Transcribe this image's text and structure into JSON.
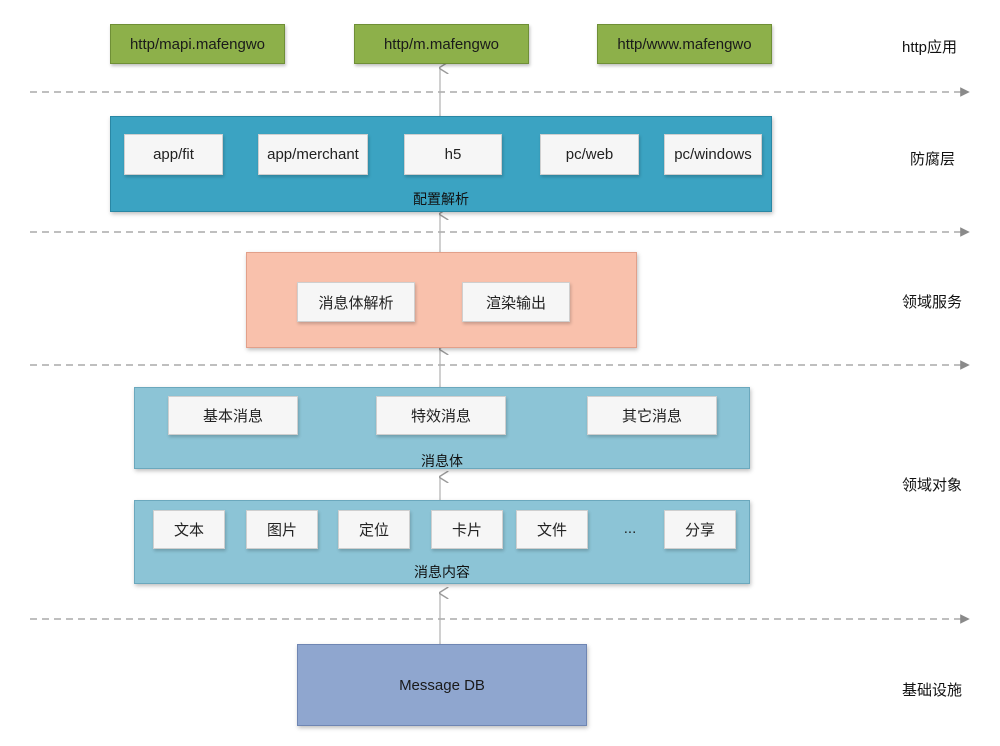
{
  "http_apps": [
    "http/mapi.mafengwo",
    "http/m.mafengwo",
    "http/www.mafengwo"
  ],
  "anticorruption": {
    "items": [
      "app/fit",
      "app/merchant",
      "h5",
      "pc/web",
      "pc/windows"
    ],
    "caption": "配置解析"
  },
  "domain_service": {
    "items": [
      "消息体解析",
      "渲染输出"
    ]
  },
  "message_body": {
    "items": [
      "基本消息",
      "特效消息",
      "其它消息"
    ],
    "caption": "消息体"
  },
  "message_content": {
    "items": [
      "文本",
      "图片",
      "定位",
      "卡片",
      "文件",
      "...",
      "分享"
    ],
    "caption": "消息内容"
  },
  "database": {
    "label": "Message DB"
  },
  "layers": {
    "http": "http应用",
    "anticorruption": "防腐层",
    "domain_service": "领域服务",
    "domain_object": "领域对象",
    "infrastructure": "基础设施"
  },
  "colors": {
    "http": "#8db04a",
    "anticorruption": "#3ba3c2",
    "domain_service": "#f9c1ac",
    "domain_object": "#8cc4d6",
    "infrastructure": "#8fa6cf"
  }
}
